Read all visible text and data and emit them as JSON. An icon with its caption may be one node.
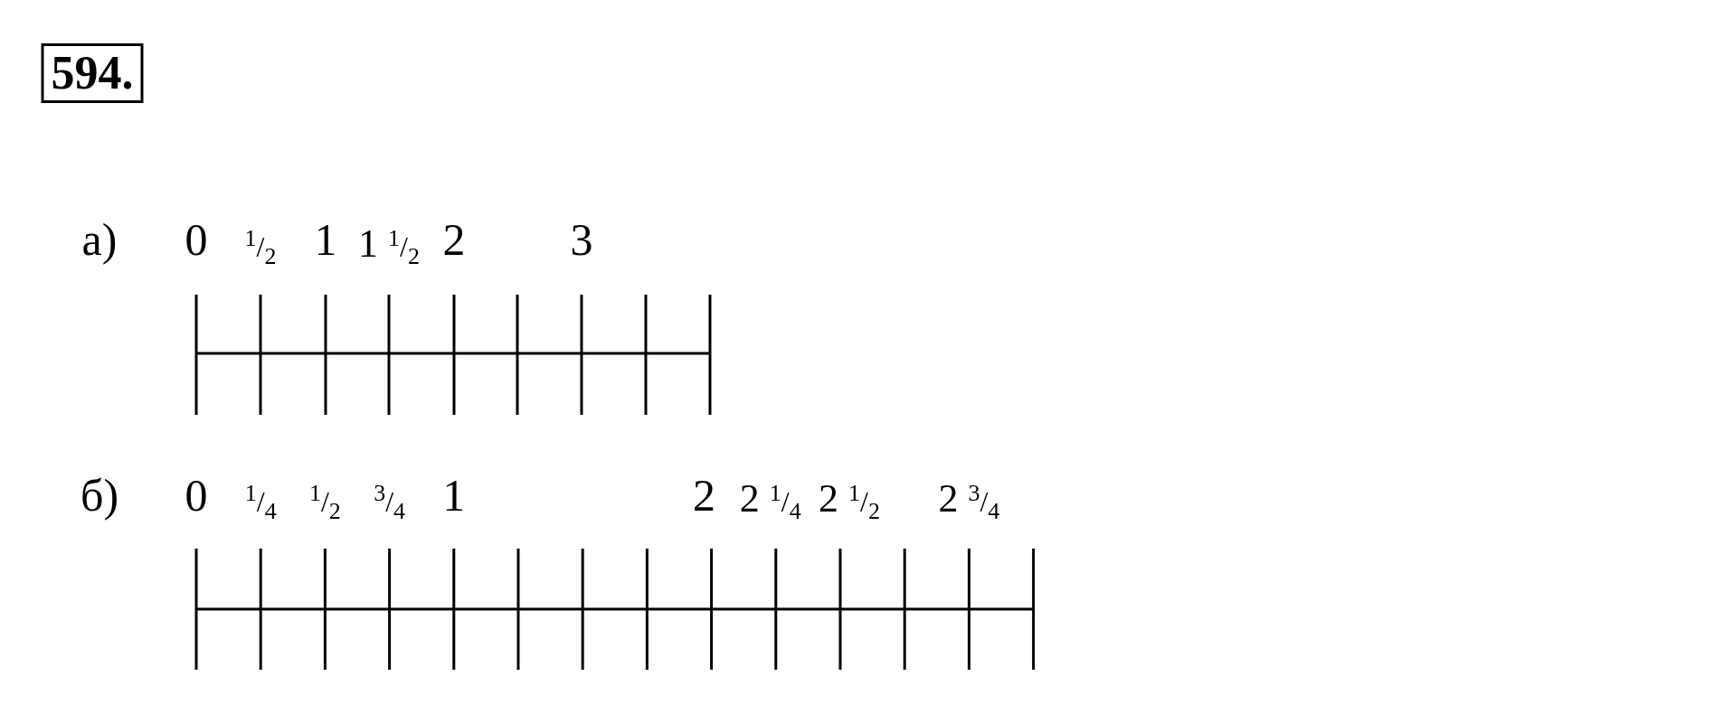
{
  "diagram": {
    "labels": [
      "594.",
      "а)",
      "0",
      "1/2",
      "1",
      "1 1/2",
      "2",
      "3",
      "б)",
      "0",
      "1/4",
      "1/2",
      "3/4",
      "1",
      "2",
      "2 1/4",
      "2 1/2",
      "2 3/4"
    ]
  }
}
